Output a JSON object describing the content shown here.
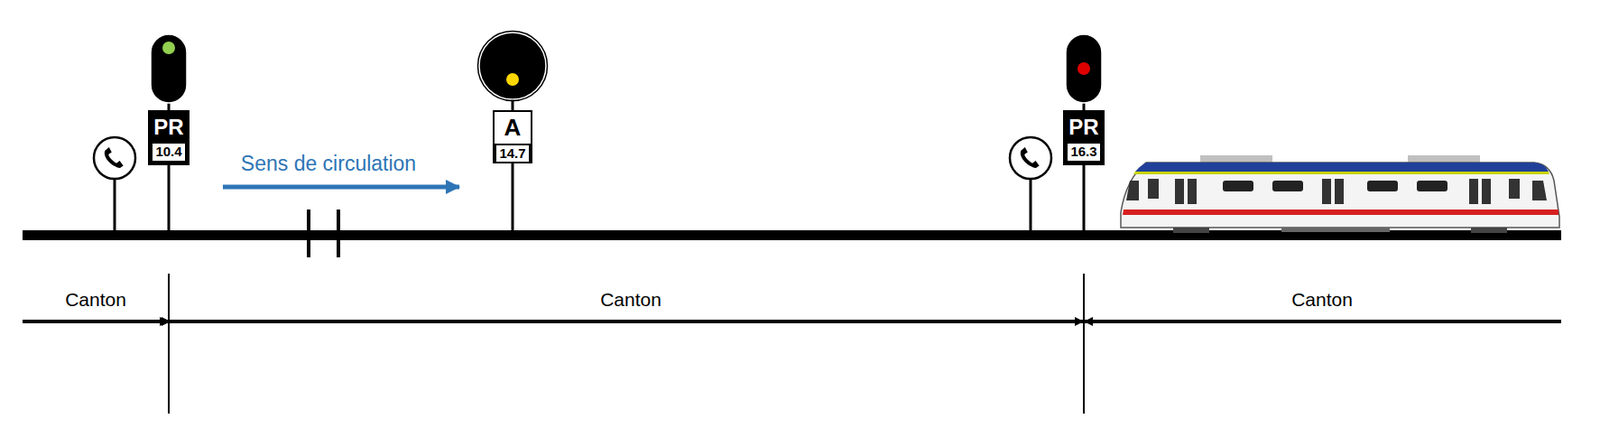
{
  "diagram": {
    "nodes": [
      {
        "text": [
          "PR",
          "10.4"
        ]
      },
      {
        "text": [
          "A",
          "14.7"
        ]
      },
      {
        "text": [
          "PR",
          "16.3"
        ]
      }
    ],
    "labels": [
      "Sens de circulation",
      "Canton",
      "Canton",
      "Canton"
    ]
  }
}
